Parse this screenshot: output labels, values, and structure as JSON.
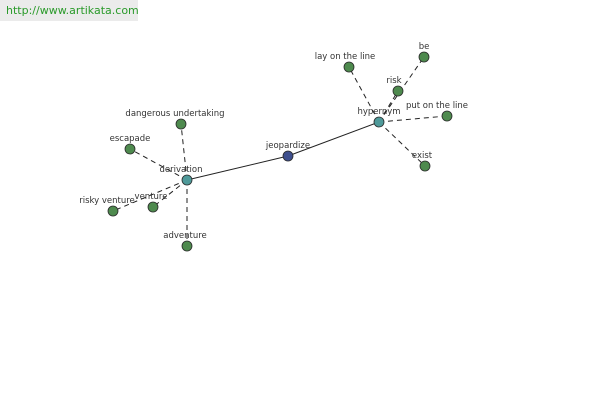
{
  "watermark": "http://www.artikata.com",
  "colors": {
    "leaf_node": "#4e8a4e",
    "hub_node": "#4f9a9a",
    "center_node": "#3e4f8e",
    "node_stroke": "#2a2a2a",
    "edge": "#222222",
    "watermark_text": "#2a9a2a"
  },
  "graph": {
    "nodes": [
      {
        "id": "jeopardize",
        "label": "jeopardize",
        "kind": "center"
      },
      {
        "id": "derivation",
        "label": "derivation",
        "kind": "hub"
      },
      {
        "id": "hypernym",
        "label": "hypernym",
        "kind": "hub"
      },
      {
        "id": "dangerous_undertaking",
        "label": "dangerous undertaking",
        "kind": "leaf"
      },
      {
        "id": "escapade",
        "label": "escapade",
        "kind": "leaf"
      },
      {
        "id": "venture",
        "label": "venture",
        "kind": "leaf"
      },
      {
        "id": "risky_venture",
        "label": "risky venture",
        "kind": "leaf"
      },
      {
        "id": "adventure",
        "label": "adventure",
        "kind": "leaf"
      },
      {
        "id": "lay_on_the_line",
        "label": "lay on the line",
        "kind": "leaf"
      },
      {
        "id": "be",
        "label": "be",
        "kind": "leaf"
      },
      {
        "id": "risk",
        "label": "risk",
        "kind": "leaf"
      },
      {
        "id": "put_on_the_line",
        "label": "put on the line",
        "kind": "leaf"
      },
      {
        "id": "exist",
        "label": "exist",
        "kind": "leaf"
      }
    ],
    "edges": [
      {
        "from": "jeopardize",
        "to": "derivation",
        "style": "solid"
      },
      {
        "from": "jeopardize",
        "to": "hypernym",
        "style": "solid"
      },
      {
        "from": "derivation",
        "to": "dangerous_undertaking",
        "style": "dashed"
      },
      {
        "from": "derivation",
        "to": "escapade",
        "style": "dashed"
      },
      {
        "from": "derivation",
        "to": "venture",
        "style": "dashed"
      },
      {
        "from": "derivation",
        "to": "risky_venture",
        "style": "dashed"
      },
      {
        "from": "derivation",
        "to": "adventure",
        "style": "dashed"
      },
      {
        "from": "hypernym",
        "to": "lay_on_the_line",
        "style": "dashed"
      },
      {
        "from": "hypernym",
        "to": "be",
        "style": "dashed"
      },
      {
        "from": "hypernym",
        "to": "risk",
        "style": "dashed"
      },
      {
        "from": "hypernym",
        "to": "put_on_the_line",
        "style": "dashed"
      },
      {
        "from": "hypernym",
        "to": "exist",
        "style": "dashed"
      }
    ]
  }
}
